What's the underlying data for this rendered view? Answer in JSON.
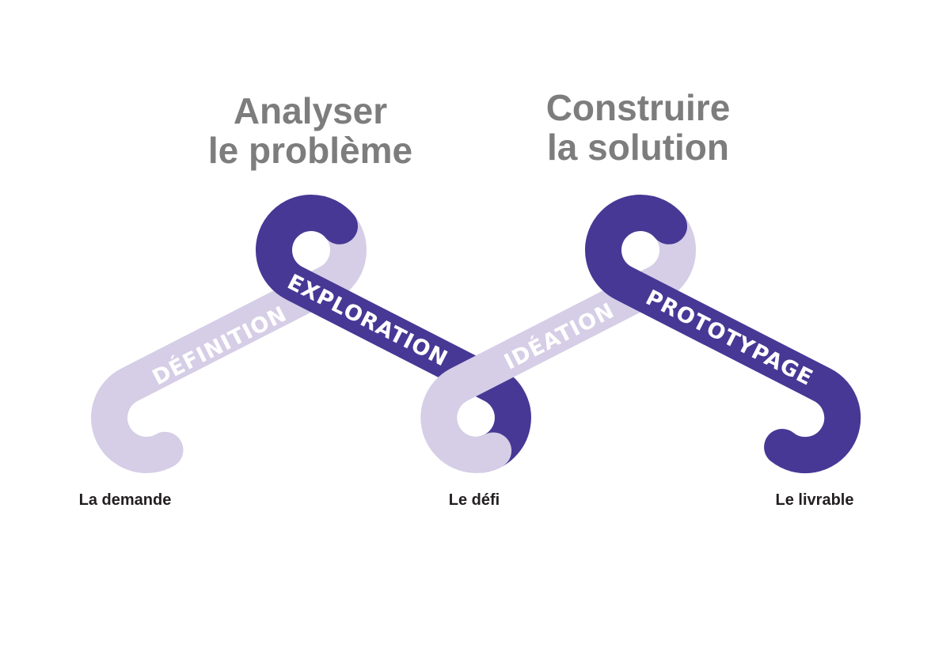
{
  "colors": {
    "dark": "#473895",
    "light": "#d5cee6",
    "title": "#7d7d7d",
    "label": "#231f20"
  },
  "titles": {
    "analyse": {
      "line1": "Analyser",
      "line2": "le problème"
    },
    "build": {
      "line1": "Construire",
      "line2": "la solution"
    }
  },
  "phases": [
    "DÉFINITION",
    "EXPLORATION",
    "IDÉATION",
    "PROTOTYPAGE"
  ],
  "milestones": [
    "La demande",
    "Le défi",
    "Le livrable"
  ]
}
